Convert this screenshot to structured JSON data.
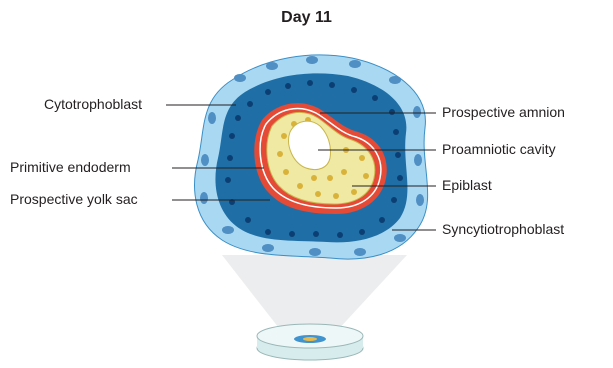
{
  "title": "Day 11",
  "labels": {
    "left": [
      "Cytotrophoblast",
      "Primitive endoderm",
      "Prospective yolk sac"
    ],
    "right": [
      "Prospective amnion",
      "Proamniotic cavity",
      "Epiblast",
      "Syncytiotrophoblast"
    ]
  },
  "colors": {
    "syncytiotrophoblast": "#a9d8f3",
    "cytotrophoblast": "#1f6fa6",
    "nuclei": "#0b3f73",
    "epiblast": "#efe9a3",
    "primitive_endoderm": "#e44a36",
    "cavity": "#ffffff"
  }
}
